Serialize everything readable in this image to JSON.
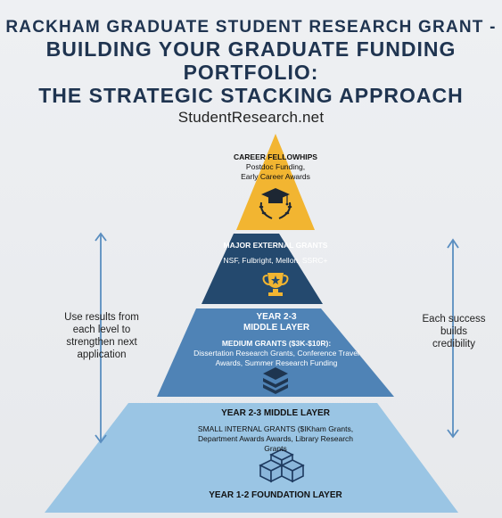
{
  "header": {
    "title_line1": "RACKHAM GRADUATE STUDENT RESEARCH GRANT -",
    "title_line2": "BUILDING YOUR GRADUATE FUNDING PORTFOLIO:",
    "title_line3": "THE STRATEGIC STACKING APPROACH",
    "site": "StudentResearch.net"
  },
  "notes": {
    "left": [
      "Use results from",
      "each level to",
      "strengthen next",
      "application"
    ],
    "right": [
      "Each success",
      "builds",
      "credibility"
    ]
  },
  "tiers": {
    "top": {
      "title": "CAREER FELLOWHIPS",
      "lines": [
        "Postdoc Funding,",
        "Early Career Awards"
      ],
      "icon": "graduation-cap-laurel-icon",
      "color": "#f2b531"
    },
    "upper": {
      "title": "MAJOR EXTERNAL GRANTS",
      "lines": [
        "NSF, Fulbright, Mellon, SSRC+"
      ],
      "icon": "trophy-icon",
      "color": "#24496e"
    },
    "middle": {
      "header1": "YEAR 2-3",
      "header2": "MIDDLE LAYER",
      "title": "MEDIUM GRANTS ($3K-$10R):",
      "lines": [
        "Dissertation Research Grants, Conference Travel",
        "Awards, Summer Research Funding"
      ],
      "icon": "stack-layers-icon",
      "color": "#4f83b6"
    },
    "base": {
      "header": "YEAR 2-3 MIDDLE LAYER",
      "title": "SMALL INTERNAL GRANTS ($IKham Grants,",
      "lines": [
        "Department Awards Awards, Library Research",
        "Grants"
      ],
      "footer": "YEAR 1-2 FOUNDATION LAYER",
      "icon": "blocks-icon",
      "color": "#9ac5e4"
    }
  }
}
